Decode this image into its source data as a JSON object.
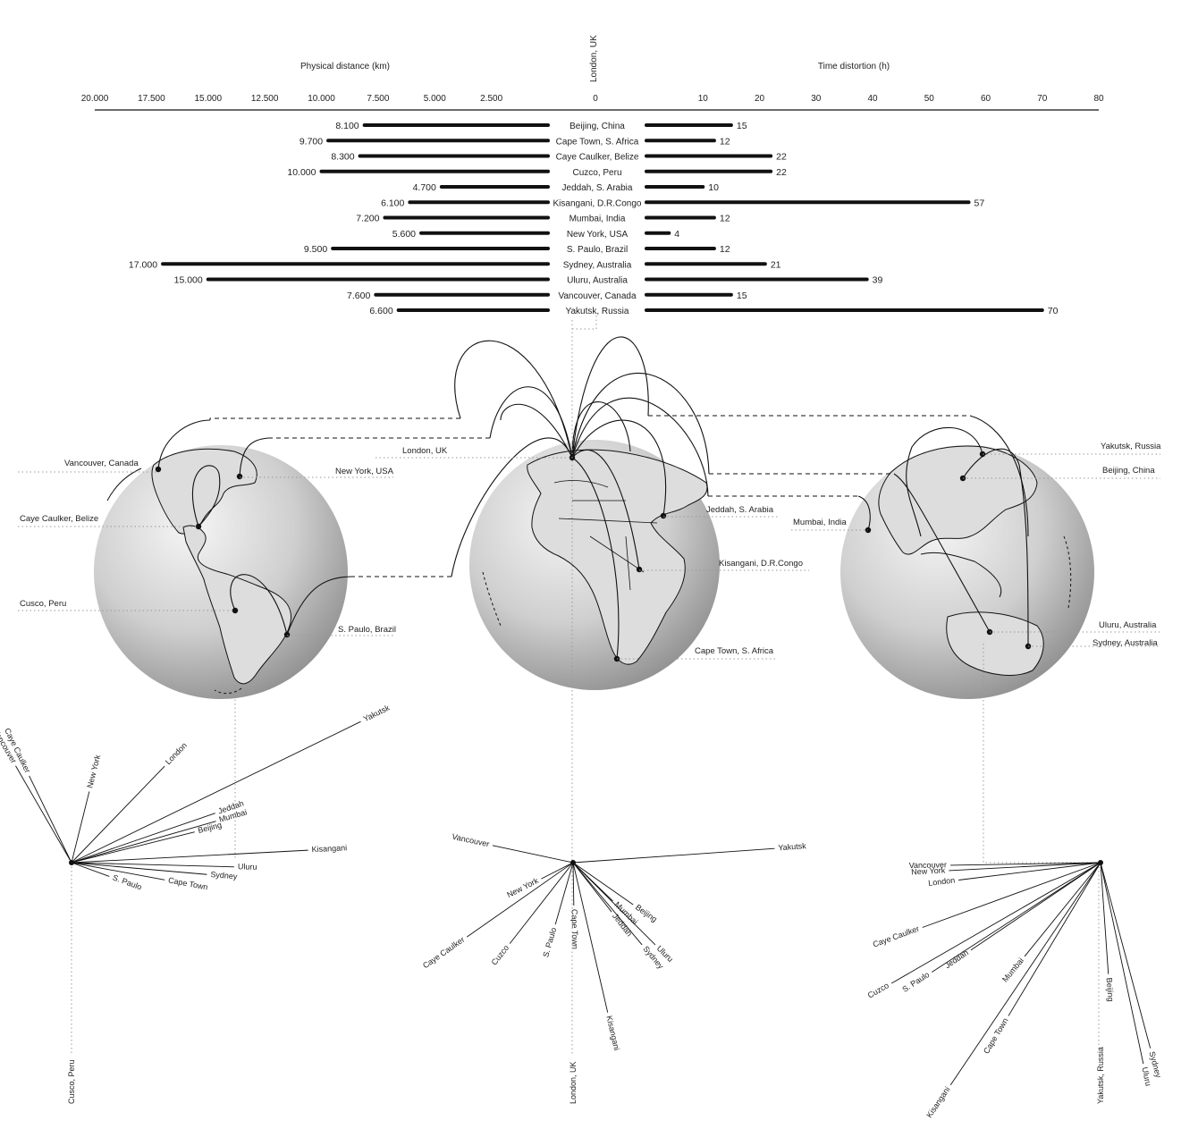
{
  "chart_data": [
    {
      "type": "bar",
      "title": "",
      "left_axis": {
        "label": "Physical distance (km)",
        "ticks": [
          "20.000",
          "17.500",
          "15.000",
          "12.500",
          "10.000",
          "7.500",
          "5.000",
          "2.500",
          "0"
        ],
        "lim": [
          0,
          20000
        ],
        "direction": "reversed"
      },
      "right_axis": {
        "label": "Time distortion (h)",
        "ticks": [
          "10",
          "20",
          "30",
          "40",
          "50",
          "60",
          "70",
          "80"
        ],
        "lim": [
          0,
          80
        ]
      },
      "center_label": "London, UK",
      "categories": [
        "Beijing, China",
        "Cape Town, S. Africa",
        "Caye Caulker, Belize",
        "Cuzco, Peru",
        "Jeddah, S. Arabia",
        "Kisangani, D.R.Congo",
        "Mumbai, India",
        "New York, USA",
        "S. Paulo, Brazil",
        "Sydney, Australia",
        "Uluru, Australia",
        "Vancouver, Canada",
        "Yakutsk, Russia"
      ],
      "series": [
        {
          "name": "Physical distance (km)",
          "values": [
            8100,
            9700,
            8300,
            10000,
            4700,
            6100,
            7200,
            5600,
            9500,
            17000,
            15000,
            7600,
            6600
          ],
          "labels": [
            "8.100",
            "9.700",
            "8.300",
            "10.000",
            "4.700",
            "6.100",
            "7.200",
            "5.600",
            "9.500",
            "17.000",
            "15.000",
            "7.600",
            "6.600"
          ]
        },
        {
          "name": "Time distortion (h)",
          "values": [
            15,
            12,
            22,
            22,
            10,
            57,
            12,
            4,
            12,
            21,
            39,
            15,
            70
          ],
          "labels": [
            "15",
            "12",
            "22",
            "22",
            "10",
            "57",
            "12",
            "4",
            "12",
            "21",
            "39",
            "15",
            "70"
          ]
        }
      ]
    },
    {
      "type": "radial",
      "title": "",
      "origin_label": "Cusco, Peru",
      "rays": [
        {
          "label": "Yakutsk",
          "angle": -26,
          "length": 360
        },
        {
          "label": "London",
          "angle": -46,
          "length": 150
        },
        {
          "label": "New York",
          "angle": -76,
          "length": 82
        },
        {
          "label": "Caye Caulker",
          "angle": -116,
          "length": 108
        },
        {
          "label": "Vancouver",
          "angle": -120,
          "length": 125
        },
        {
          "label": "Jeddah",
          "angle": -19,
          "length": 170
        },
        {
          "label": "Beijing",
          "angle": -14,
          "length": 142
        },
        {
          "label": "Mumbai",
          "angle": -16,
          "length": 168
        },
        {
          "label": "Kisangani",
          "angle": -3,
          "length": 265
        },
        {
          "label": "Uluru",
          "angle": 1.5,
          "length": 182
        },
        {
          "label": "Sydney",
          "angle": 5,
          "length": 152
        },
        {
          "label": "Cape Town",
          "angle": 10.5,
          "length": 106
        },
        {
          "label": "S. Paulo",
          "angle": 20,
          "length": 45
        }
      ]
    },
    {
      "type": "radial",
      "title": "",
      "origin_label": "London, UK",
      "rays": [
        {
          "label": "Vancouver",
          "angle": -168,
          "length": 92
        },
        {
          "label": "Yakutsk",
          "angle": -4,
          "length": 226
        },
        {
          "label": "New York",
          "angle": 153,
          "length": 40
        },
        {
          "label": "Caye Caulker",
          "angle": 145,
          "length": 145
        },
        {
          "label": "Cuzco",
          "angle": 128,
          "length": 115
        },
        {
          "label": "S. Paulo",
          "angle": 106,
          "length": 72
        },
        {
          "label": "Cape Town",
          "angle": 89,
          "length": 48
        },
        {
          "label": "Kisangani",
          "angle": 77,
          "length": 172
        },
        {
          "label": "Jeddah",
          "angle": 52,
          "length": 70
        },
        {
          "label": "Mumbai",
          "angle": 44,
          "length": 62
        },
        {
          "label": "Beijing",
          "angle": 35,
          "length": 82
        },
        {
          "label": "Sydney",
          "angle": 50,
          "length": 120
        },
        {
          "label": "Uluru",
          "angle": 45,
          "length": 130
        }
      ]
    },
    {
      "type": "radial",
      "title": "",
      "origin_label": "Yakutsk, Russia",
      "rays": [
        {
          "label": "Vancouver",
          "angle": 179,
          "length": 168
        },
        {
          "label": "New York",
          "angle": 177,
          "length": 170
        },
        {
          "label": "London",
          "angle": 173,
          "length": 160
        },
        {
          "label": "Caye Caulker",
          "angle": 160,
          "length": 212
        },
        {
          "label": "Cuzco",
          "angle": 150,
          "length": 270
        },
        {
          "label": "S. Paulo",
          "angle": 147,
          "length": 225
        },
        {
          "label": "Jeddah",
          "angle": 146,
          "length": 175
        },
        {
          "label": "Mumbai",
          "angle": 129,
          "length": 135
        },
        {
          "label": "Cape Town",
          "angle": 121,
          "length": 200
        },
        {
          "label": "Kisangani",
          "angle": 124,
          "length": 300
        },
        {
          "label": "Beijing",
          "angle": 86,
          "length": 125
        },
        {
          "label": "Sydney",
          "angle": 75,
          "length": 215
        },
        {
          "label": "Uluru",
          "angle": 78,
          "length": 230
        }
      ]
    }
  ],
  "globes": [
    {
      "name": "americas",
      "places": [
        {
          "label": "Vancouver, Canada"
        },
        {
          "label": "New York, USA"
        },
        {
          "label": "Caye Caulker, Belize"
        },
        {
          "label": "Cusco, Peru"
        },
        {
          "label": "S. Paulo, Brazil"
        }
      ]
    },
    {
      "name": "africa-europe",
      "places": [
        {
          "label": "London, UK"
        },
        {
          "label": "Jeddah, S. Arabia"
        },
        {
          "label": "Kisangani, D.R.Congo"
        },
        {
          "label": "Cape Town, S. Africa"
        }
      ]
    },
    {
      "name": "asia-oceania",
      "places": [
        {
          "label": "Yakutsk, Russia"
        },
        {
          "label": "Beijing, China"
        },
        {
          "label": "Mumbai, India"
        },
        {
          "label": "Uluru, Australia"
        },
        {
          "label": "Sydney, Australia"
        }
      ]
    }
  ],
  "colors": {
    "ink": "#111111",
    "globe_light": "#f2f2f2",
    "globe_dark": "#8f8f8f",
    "dotted": "#999999"
  }
}
